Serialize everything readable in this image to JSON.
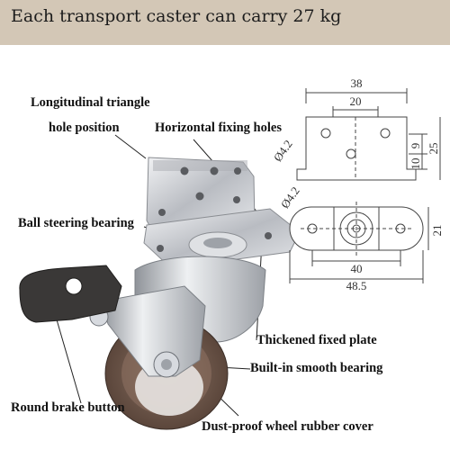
{
  "header": {
    "title": "Each transport caster can carry 27 kg"
  },
  "labels": {
    "longitudinal_line1": "Longitudinal triangle",
    "longitudinal_line2": "hole position",
    "horizontal_fixing": "Horizontal fixing holes",
    "ball_steering": "Ball steering bearing",
    "thickened_plate": "Thickened fixed plate",
    "smooth_bearing": "Built-in smooth bearing",
    "brake_button": "Round brake button",
    "rubber_cover": "Dust-proof wheel rubber cover"
  },
  "dimensions": {
    "top_width": "38",
    "top_hole_spacing": "20",
    "hole_dia_top": "Ø4.2",
    "side_9": "9",
    "side_10": "10",
    "side_25": "25",
    "hole_dia_bottom": "Ø4.2",
    "side_21": "21",
    "bottom_40": "40",
    "bottom_485": "48.5"
  },
  "colors": {
    "banner": "#d3c7b6",
    "metal": "#c9ccd1",
    "wheel": "#6f5a4e",
    "brake": "#3c3a39"
  }
}
